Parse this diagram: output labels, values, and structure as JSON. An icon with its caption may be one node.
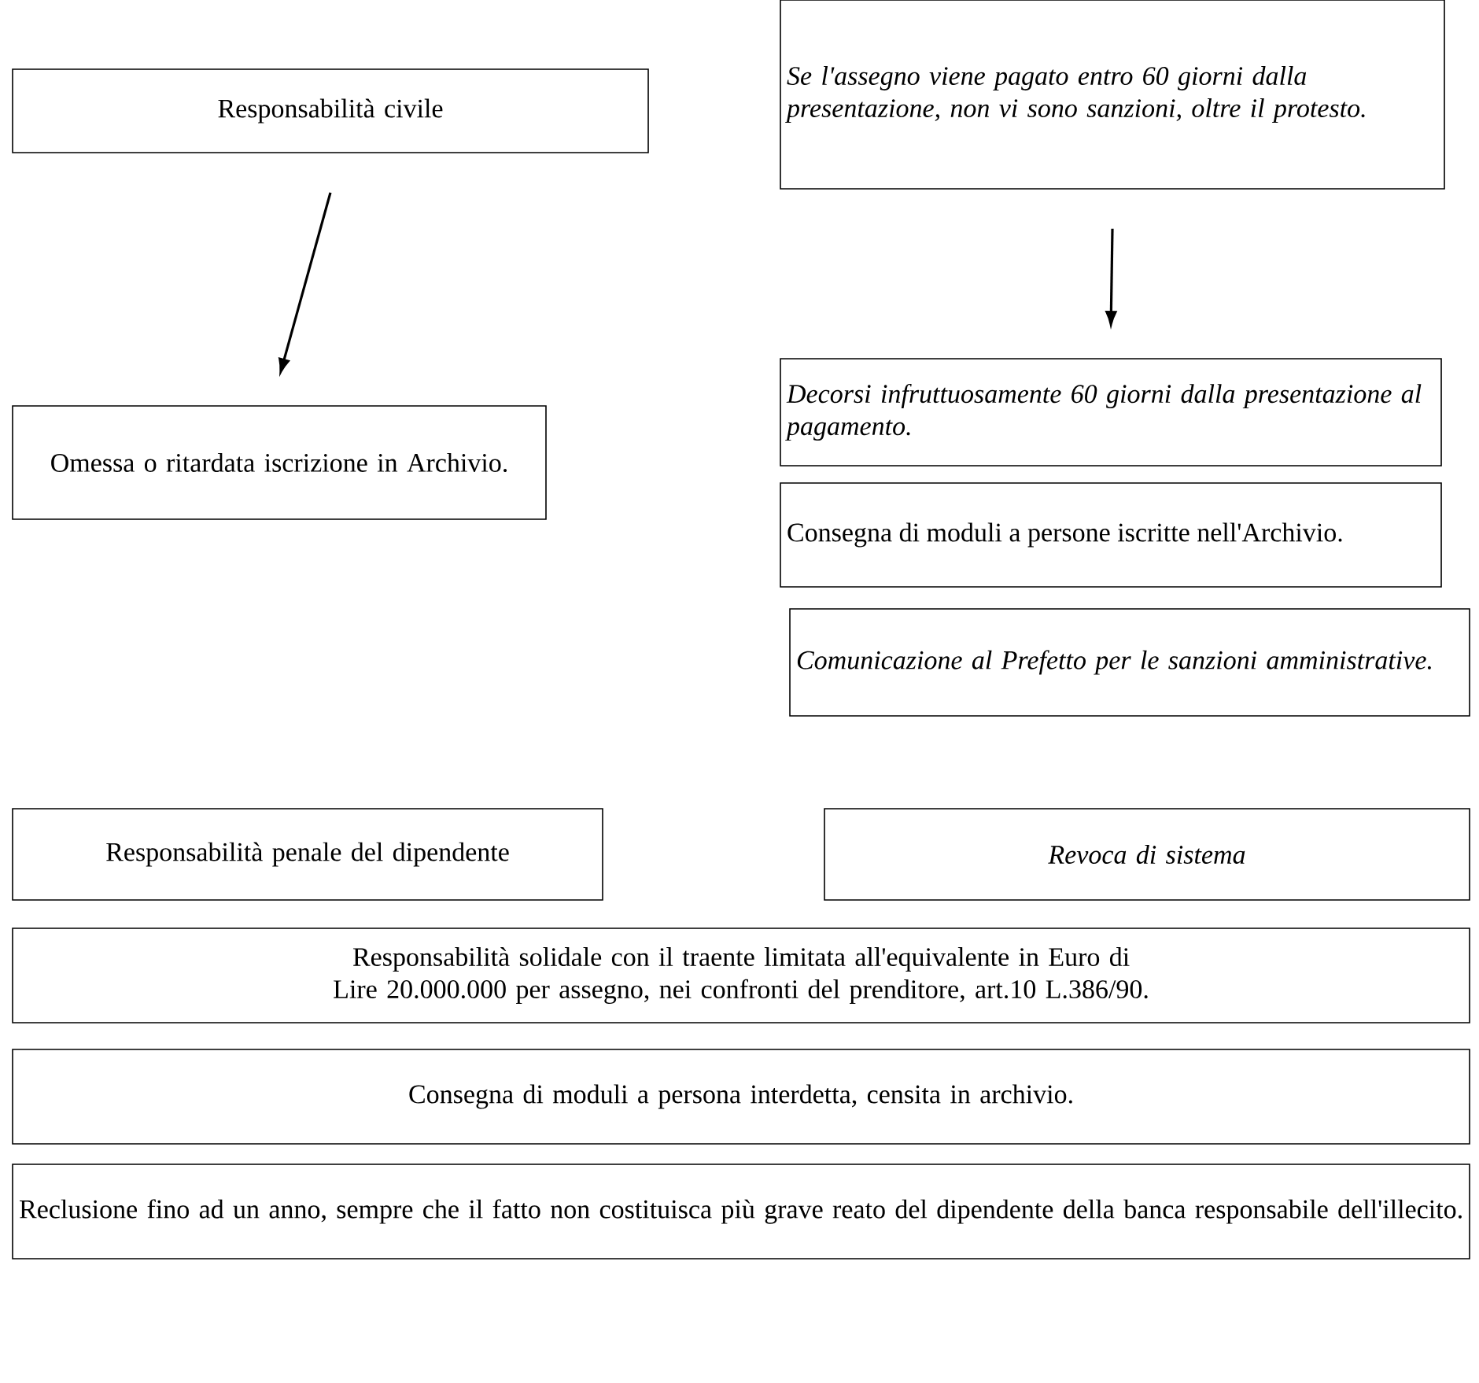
{
  "diagram": {
    "nodes": [
      {
        "text": [
          "Responsabilità civile"
        ]
      },
      {
        "text": [
          "Omessa o ritardata iscrizione in Archivio."
        ]
      },
      {
        "text": [
          "Se l'assegno viene pagato entro 60 giorni dalla presentazione, non vi sono sanzioni, oltre il protesto."
        ]
      },
      {
        "text": [
          "Decorsi infruttuosamente 60 giorni dalla presentazione al pagamento."
        ]
      },
      {
        "text": [
          "Consegna di moduli a persone iscritte nell'Archivio."
        ]
      },
      {
        "text": [
          "Comunicazione al Prefetto per le sanzioni amministrative."
        ]
      },
      {
        "text": [
          "Responsabilità penale del dipendente"
        ]
      },
      {
        "text": [
          "Revoca di sistema"
        ]
      },
      {
        "text": [
          "Responsabilità solidale con il traente limitata all'equivalente in Euro di Lire 20.000.000 per assegno, nei confronti del prenditore, art.10 L.386/90."
        ]
      },
      {
        "text": [
          "Consegna di moduli a persona interdetta, censita in archivio."
        ]
      },
      {
        "text": [
          "Reclusione fino ad un anno, sempre che il fatto non costituisca più grave reato del dipendente della banca responsabile dell'illecito."
        ]
      }
    ],
    "edges": [
      {
        "from": 0,
        "to": 1,
        "arrow": "to"
      },
      {
        "from": 2,
        "to": 3,
        "arrow": "to"
      }
    ]
  }
}
